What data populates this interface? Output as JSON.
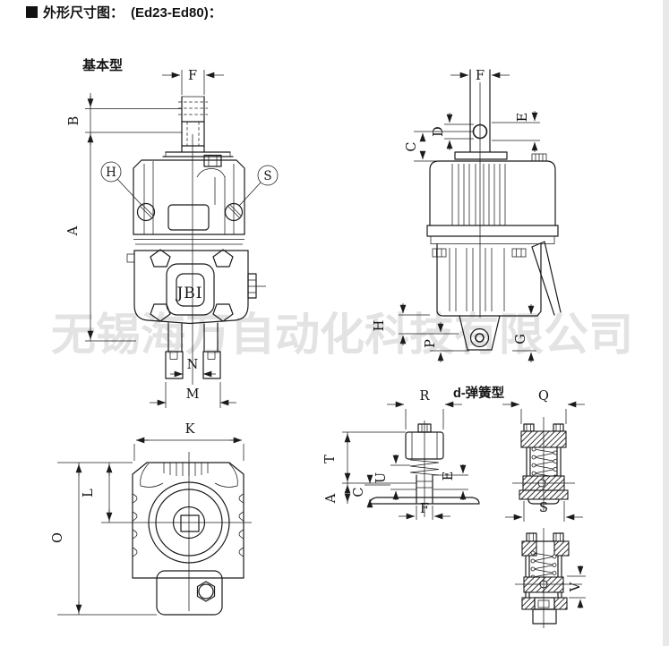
{
  "header": {
    "bullet": "■",
    "title_cn": "外形尺寸图：",
    "title_model": "(Ed23-Ed80)："
  },
  "watermark": {
    "text": "无锡海万自动化科技有限公司"
  },
  "front_view": {
    "label": "基本型",
    "logo": "JBI",
    "dims": {
      "f": "F",
      "b": "B",
      "a": "A",
      "h": "H",
      "s": "S",
      "n": "N",
      "m": "M"
    }
  },
  "side_view": {
    "dims": {
      "f": "F",
      "d": "D",
      "c": "C",
      "e": "E",
      "h": "H",
      "p": "P",
      "g": "G"
    }
  },
  "top_view": {
    "dims": {
      "k": "K",
      "l": "L",
      "o": "O"
    }
  },
  "spring_view": {
    "label": "d-弹簧型",
    "dims": {
      "r": "R",
      "t": "T",
      "u": "U",
      "c": "C",
      "a": "A",
      "e": "E",
      "f": "F"
    }
  },
  "assembly_view": {
    "dims": {
      "q": "Q",
      "s": "S",
      "v": "V"
    }
  },
  "colors": {
    "line": "#1b1b1b",
    "watermark": "#e3e3e3",
    "paper": "#ffffff",
    "edge_strip": "#e9e9e9"
  }
}
